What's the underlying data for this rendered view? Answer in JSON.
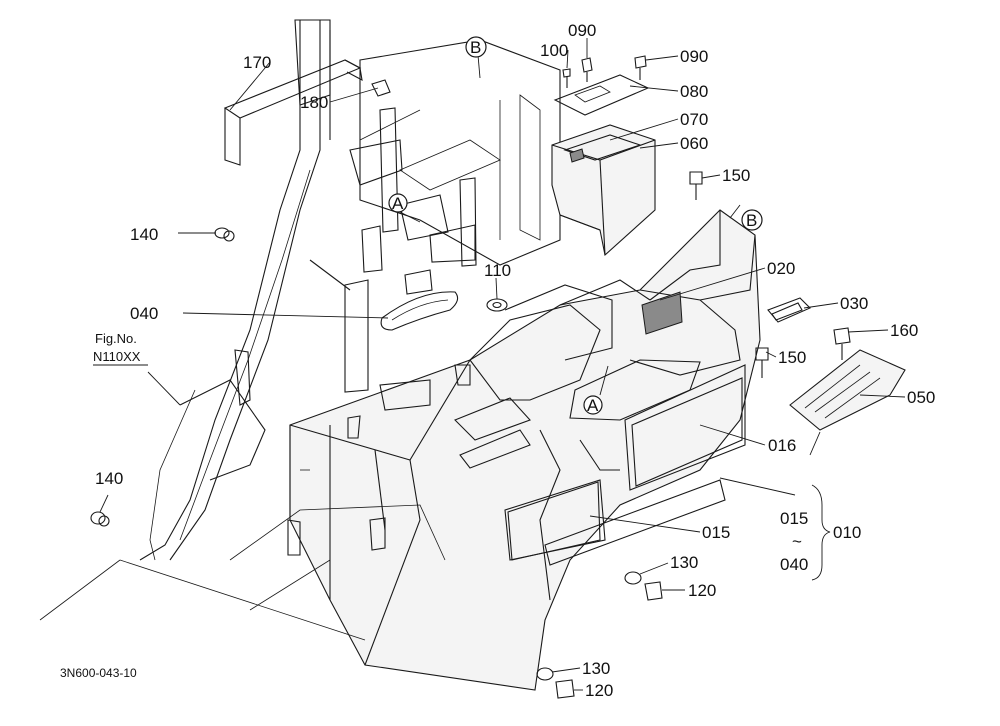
{
  "drawing": {
    "drawing_number": "3N600-043-10",
    "figure_ref_label": "Fig.No.",
    "figure_ref_number": "N110XX",
    "view_markers": {
      "a": "A",
      "b": "B"
    },
    "callouts": {
      "p170": "170",
      "p180": "180",
      "p100": "100",
      "p090a": "090",
      "p090b": "090",
      "p080": "080",
      "p070": "070",
      "p060": "060",
      "p150a": "150",
      "p150b": "150",
      "p140a": "140",
      "p140b": "140",
      "p110": "110",
      "p020": "020",
      "p030": "030",
      "p040": "040",
      "p160": "160",
      "p050": "050",
      "p016": "016",
      "p015a": "015",
      "p015b": "015",
      "p010": "010",
      "tilde": "~",
      "p040b": "040",
      "p130a": "130",
      "p120a": "120",
      "p130b": "130",
      "p120b": "120"
    }
  }
}
